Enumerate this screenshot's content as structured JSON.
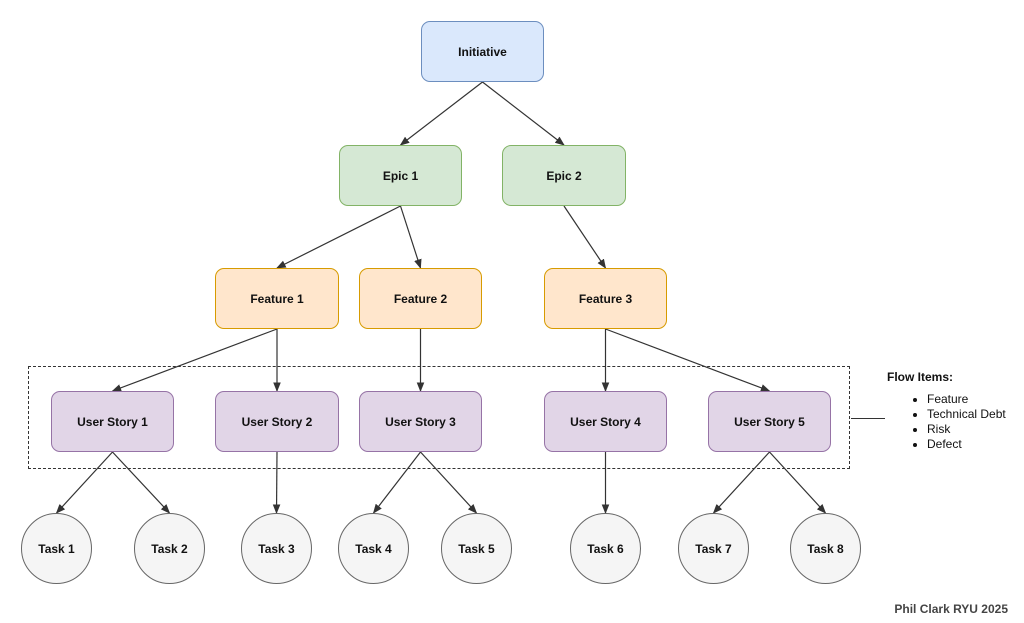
{
  "nodes": {
    "initiative": {
      "label": "Initiative",
      "fill": "#dae8fc",
      "stroke": "#6c8ebf"
    },
    "epic1": {
      "label": "Epic 1",
      "fill": "#d5e8d4",
      "stroke": "#82b366"
    },
    "epic2": {
      "label": "Epic 2",
      "fill": "#d5e8d4",
      "stroke": "#82b366"
    },
    "feature1": {
      "label": "Feature 1",
      "fill": "#ffe6cc",
      "stroke": "#d79b00"
    },
    "feature2": {
      "label": "Feature 2",
      "fill": "#ffe6cc",
      "stroke": "#d79b00"
    },
    "feature3": {
      "label": "Feature 3",
      "fill": "#ffe6cc",
      "stroke": "#d79b00"
    },
    "story1": {
      "label": "User Story 1",
      "fill": "#e1d5e7",
      "stroke": "#9673a6"
    },
    "story2": {
      "label": "User Story 2",
      "fill": "#e1d5e7",
      "stroke": "#9673a6"
    },
    "story3": {
      "label": "User Story 3",
      "fill": "#e1d5e7",
      "stroke": "#9673a6"
    },
    "story4": {
      "label": "User Story 4",
      "fill": "#e1d5e7",
      "stroke": "#9673a6"
    },
    "story5": {
      "label": "User Story 5",
      "fill": "#e1d5e7",
      "stroke": "#9673a6"
    },
    "task1": {
      "label": "Task 1",
      "fill": "#f5f5f5",
      "stroke": "#666666"
    },
    "task2": {
      "label": "Task 2",
      "fill": "#f5f5f5",
      "stroke": "#666666"
    },
    "task3": {
      "label": "Task 3",
      "fill": "#f5f5f5",
      "stroke": "#666666"
    },
    "task4": {
      "label": "Task 4",
      "fill": "#f5f5f5",
      "stroke": "#666666"
    },
    "task5": {
      "label": "Task 5",
      "fill": "#f5f5f5",
      "stroke": "#666666"
    },
    "task6": {
      "label": "Task 6",
      "fill": "#f5f5f5",
      "stroke": "#666666"
    },
    "task7": {
      "label": "Task 7",
      "fill": "#f5f5f5",
      "stroke": "#666666"
    },
    "task8": {
      "label": "Task 8",
      "fill": "#f5f5f5",
      "stroke": "#666666"
    }
  },
  "edges": [
    [
      "initiative",
      "epic1"
    ],
    [
      "initiative",
      "epic2"
    ],
    [
      "epic1",
      "feature1"
    ],
    [
      "epic1",
      "feature2"
    ],
    [
      "epic2",
      "feature3"
    ],
    [
      "feature1",
      "story1"
    ],
    [
      "feature1",
      "story2"
    ],
    [
      "feature2",
      "story3"
    ],
    [
      "feature3",
      "story4"
    ],
    [
      "feature3",
      "story5"
    ],
    [
      "story1",
      "task1"
    ],
    [
      "story1",
      "task2"
    ],
    [
      "story2",
      "task3"
    ],
    [
      "story3",
      "task4"
    ],
    [
      "story3",
      "task5"
    ],
    [
      "story4",
      "task6"
    ],
    [
      "story5",
      "task7"
    ],
    [
      "story5",
      "task8"
    ]
  ],
  "edge_color": "#333333",
  "legend": {
    "title": "Flow Items:",
    "items": [
      "Feature",
      "Technical Debt",
      "Risk",
      "Defect"
    ]
  },
  "credit": "Phil Clark RYU 2025"
}
